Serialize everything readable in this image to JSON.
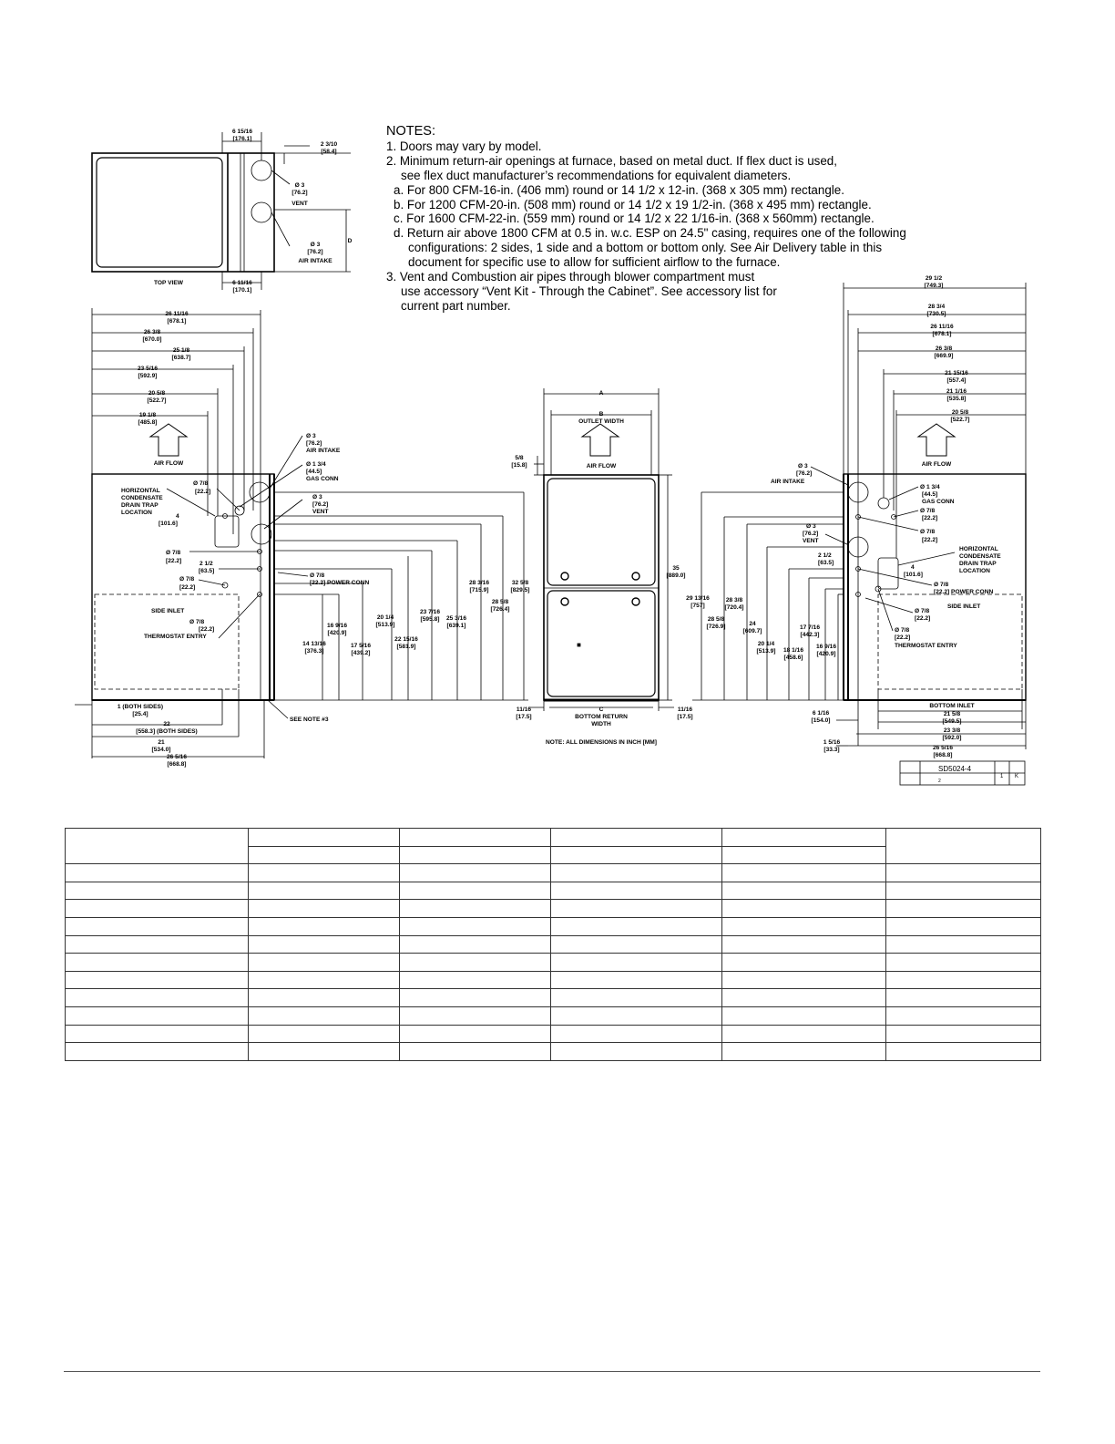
{
  "notes": {
    "heading": "NOTES:",
    "n1": "1. Doors may vary by model.",
    "n2": "2. Minimum return-air openings at furnace, based on metal duct. If flex duct is used,",
    "n2b": "see flex duct manufacturer’s recommendations for equivalent diameters.",
    "n2a": "a. For 800 CFM-16-in. (406 mm) round or 14 1/2 x 12-in. (368 x 305 mm) rectangle.",
    "n2bb": "b. For 1200 CFM-20-in. (508 mm) round or 14 1/2 x 19 1/2-in. (368 x 495 mm) rectangle.",
    "n2c": "c. For 1600 CFM-22-in. (559 mm) round or 14 1/2 x 22 1/16-in. (368 x 560mm) rectangle.",
    "n2d1": "d. Return air above 1800 CFM at 0.5 in. w.c. ESP on 24.5\" casing, requires one of the following",
    "n2d2": "configurations: 2 sides, 1 side and a bottom or bottom only. See Air Delivery table in this",
    "n2d3": "document for specific use to allow for sufficient airflow to the furnace.",
    "n3a": "3. Vent and Combustion air pipes through blower compartment must",
    "n3b": "use accessory “Vent Kit - Through the Cabinet”. See accessory list for",
    "n3c": "current part number."
  },
  "top_view": {
    "label": "TOP VIEW",
    "dim1": "6 15/16",
    "dim1_mm": "[176.1]",
    "dim2": "2 3/10",
    "dim2_mm": "[58.4]",
    "vent_dia": "Ø 3",
    "vent_mm": "[76.2]",
    "vent_label": "VENT",
    "air_dia": "Ø 3",
    "air_mm": "[76.2]",
    "air_label": "AIR INTAKE",
    "dim_d": "D",
    "dim3": "6 11/16",
    "dim3_mm": "[170.1]"
  },
  "left_view": {
    "w1": "26 11/16",
    "w1_mm": "[678.1]",
    "w2": "26 3/8",
    "w2_mm": "[670.0]",
    "w3": "25 1/8",
    "w3_mm": "[638.7]",
    "w4": "23 5/16",
    "w4_mm": "[592.9]",
    "w5": "20 5/8",
    "w5_mm": "[522.7]",
    "w6": "19 1/8",
    "w6_mm": "[485.8]",
    "airflow": "AIR FLOW",
    "intake_dia": "Ø 3",
    "intake_mm": "[76.2]",
    "intake_label": "AIR INTAKE",
    "gas_dia": "Ø 1 3/4",
    "gas_mm": "[44.5]",
    "gas_label": "GAS CONN",
    "vent_dia": "Ø 3",
    "vent_mm": "[76.2]",
    "vent_label": "VENT",
    "drain1": "HORIZONTAL",
    "drain2": "CONDENSATE",
    "drain3": "DRAIN TRAP",
    "drain4": "LOCATION",
    "d78a": "Ø 7/8",
    "d78a_mm": "[22.2]",
    "four": "4",
    "four_mm": "[101.6]",
    "d78b": "Ø 7/8",
    "d78b_mm": "[22.2]",
    "two_half": "2 1/2",
    "two_half_mm": "[63.5]",
    "d78c": "Ø 7/8",
    "d78c_mm": "[22.2]",
    "power": "Ø 7/8",
    "power_mm": "[22.2] POWER CONN",
    "side_inlet": "SIDE INLET",
    "thermo": "Ø 7/8",
    "thermo_mm": "[22.2]",
    "thermo_label": "THERMOSTAT ENTRY",
    "h1": "14 13/16",
    "h1_mm": "[376.3]",
    "h2": "16 9/16",
    "h2_mm": "[420.9]",
    "h3": "17 5/16",
    "h3_mm": "[439.2]",
    "h4": "20 1/4",
    "h4_mm": "[513.9]",
    "h5": "22 15/16",
    "h5_mm": "[581.9]",
    "h6": "23 7/16",
    "h6_mm": "[595.8]",
    "h7": "25 3/16",
    "h7_mm": "[639.1]",
    "h8": "28 3/16",
    "h8_mm": "[715.9]",
    "h9": "28 5/8",
    "h9_mm": "[726.4]",
    "h10": "32 5/8",
    "h10_mm": "[829.5]",
    "b1": "1 (BOTH SIDES)",
    "b1_mm": "[25.4]",
    "b2": "22",
    "b2_mm": "[558.3] (BOTH SIDES)",
    "b3": "21",
    "b3_mm": "[534.0]",
    "b4": "26 5/16",
    "b4_mm": "[668.8]",
    "see_note": "SEE NOTE #3"
  },
  "front_view": {
    "dim_a": "A",
    "dim_b": "B",
    "outlet": "OUTLET WIDTH",
    "top_gap": "5/8",
    "top_gap_mm": "[15.8]",
    "airflow": "AIR FLOW",
    "height": "35",
    "height_mm": "[889.0]",
    "left_foot": "11/16",
    "left_foot_mm": "[17.5]",
    "right_foot": "11/16",
    "right_foot_mm": "[17.5]",
    "dim_c": "C",
    "bottom_ret": "BOTTOM RETURN",
    "width": "WIDTH",
    "note": "NOTE: ALL DIMENSIONS IN INCH [MM]"
  },
  "right_view": {
    "w1": "29 1/2",
    "w1_mm": "[749.3]",
    "w2": "28 3/4",
    "w2_mm": "[730.5]",
    "w3": "26 11/16",
    "w3_mm": "[678.1]",
    "w4": "26 3/8",
    "w4_mm": "[669.9]",
    "w5": "21 15/16",
    "w5_mm": "[557.4]",
    "w6": "21 1/16",
    "w6_mm": "[535.8]",
    "w7": "20 5/8",
    "w7_mm": "[522.7]",
    "airflow": "AIR FLOW",
    "intake_dia": "Ø 3",
    "intake_mm": "[76.2]",
    "intake_label": "AIR INTAKE",
    "gas_dia": "Ø 1 3/4",
    "gas_mm": "[44.5]",
    "gas_label": "GAS CONN",
    "d78a": "Ø 7/8",
    "d78a_mm": "[22.2]",
    "vent_dia": "Ø 3",
    "vent_mm": "[76.2]",
    "vent_label": "VENT",
    "d78b": "Ø 7/8",
    "d78b_mm": "[22.2]",
    "two_half": "2 1/2",
    "two_half_mm": "[63.5]",
    "drain1": "HORIZONTAL",
    "drain2": "CONDENSATE",
    "drain3": "DRAIN TRAP",
    "drain4": "LOCATION",
    "four": "4",
    "four_mm": "[101.6]",
    "power": "Ø 7/8",
    "power_mm": "[22.2] POWER CONN",
    "side_inlet": "SIDE INLET",
    "d78c": "Ø 7/8",
    "d78c_mm": "[22.2]",
    "thermo": "Ø 7/8",
    "thermo_mm": "[22.2]",
    "thermo_label": "THERMOSTAT ENTRY",
    "h1": "29 13/16",
    "h1_mm": "[757]",
    "h2": "28 5/8",
    "h2_mm": "[726.9]",
    "h3": "28 3/8",
    "h3_mm": "[720.4]",
    "h4": "24",
    "h4_mm": "[609.7]",
    "h5": "20 1/4",
    "h5_mm": "[513.9]",
    "h6": "18 1/16",
    "h6_mm": "[458.6]",
    "h7": "17 7/16",
    "h7_mm": "[442.3]",
    "h8": "16 9/16",
    "h8_mm": "[420.9]",
    "bottom_inlet": "BOTTOM INLET",
    "bi1": "21 5/8",
    "bi1_mm": "[549.5]",
    "bi2": "23 3/8",
    "bi2_mm": "[592.0]",
    "bi3": "26 5/16",
    "bi3_mm": "[668.8]",
    "f1": "6 1/16",
    "f1_mm": "[154.0]",
    "f2": "1 5/16",
    "f2_mm": "[33.3]"
  },
  "title_block": {
    "part_no": "SD5024-4",
    "sheet": "1",
    "rev": "K",
    "page": "2"
  },
  "table": {
    "header_rows": 2,
    "body_rows": 11,
    "columns": 6
  }
}
